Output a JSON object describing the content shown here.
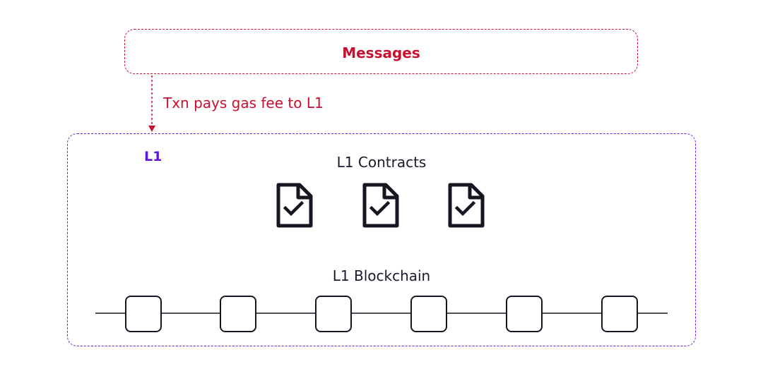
{
  "messages": {
    "label": "Messages"
  },
  "connector": {
    "label": "Txn pays gas fee to L1"
  },
  "l1": {
    "label": "L1",
    "contracts_label": "L1 Contracts",
    "contracts": [
      {
        "icon": "document-check-icon"
      },
      {
        "icon": "document-check-icon"
      },
      {
        "icon": "document-check-icon"
      }
    ],
    "blockchain_label": "L1 Blockchain",
    "block_count": 6
  },
  "colors": {
    "messages_accent": "#c8102e",
    "l1_accent": "#6a1fe0",
    "ink": "#161622"
  }
}
